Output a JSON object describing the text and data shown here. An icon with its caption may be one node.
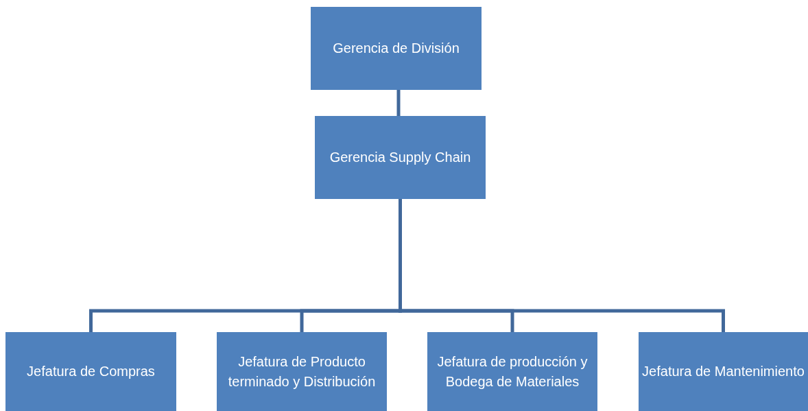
{
  "diagram": {
    "nodes": [
      {
        "text": [
          "Gerencia de División"
        ]
      },
      {
        "text": [
          "Gerencia Supply Chain"
        ]
      },
      {
        "text": [
          "Jefatura de Compras"
        ]
      },
      {
        "text": [
          "Jefatura de Producto terminado y Distribución"
        ]
      },
      {
        "text": [
          "Jefatura de producción y Bodega de Materiales"
        ]
      },
      {
        "text": [
          "Jefatura de Mantenimiento"
        ]
      }
    ],
    "edges": [
      {
        "from": 0,
        "to": 1,
        "arrow": "none"
      },
      {
        "from": 1,
        "to": 2,
        "arrow": "none"
      },
      {
        "from": 1,
        "to": 3,
        "arrow": "none"
      },
      {
        "from": 1,
        "to": 4,
        "arrow": "none"
      },
      {
        "from": 1,
        "to": 5,
        "arrow": "none"
      }
    ]
  }
}
